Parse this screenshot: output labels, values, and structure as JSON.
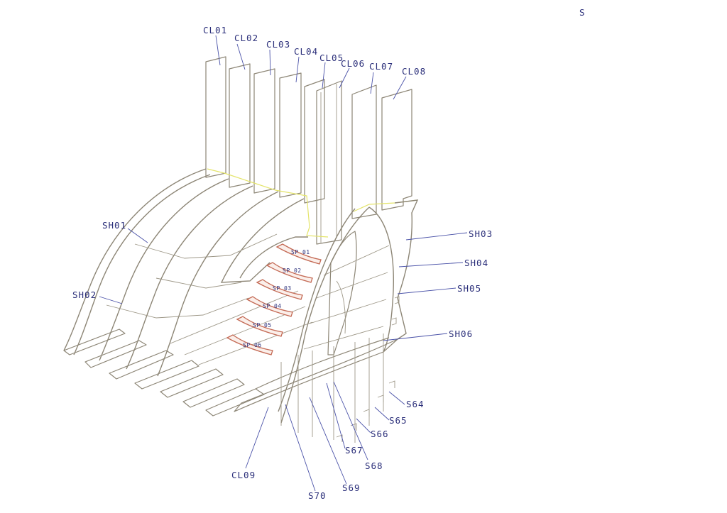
{
  "corner_mark": "S",
  "labels": {
    "CL01": "CL01",
    "CL02": "CL02",
    "CL03": "CL03",
    "CL04": "CL04",
    "CL05": "CL05",
    "CL06": "CL06",
    "CL07": "CL07",
    "CL08": "CL08",
    "CL09": "CL09",
    "SH01": "SH01",
    "SH02": "SH02",
    "SH03": "SH03",
    "SH04": "SH04",
    "SH05": "SH05",
    "SH06": "SH06",
    "S64": "S64",
    "S65": "S65",
    "S66": "S66",
    "S67": "S67",
    "S68": "S68",
    "S69": "S69",
    "S70": "S70"
  },
  "spacers": [
    "SP 01",
    "SP 02",
    "SP 03",
    "SP 04",
    "SP 05",
    "SP 06"
  ],
  "colors": {
    "label": "#2b2f7a",
    "leader": "#4a52a8",
    "structure": "#8d8676",
    "highlight": "#e4e46a",
    "spacer": "#c46a55"
  }
}
